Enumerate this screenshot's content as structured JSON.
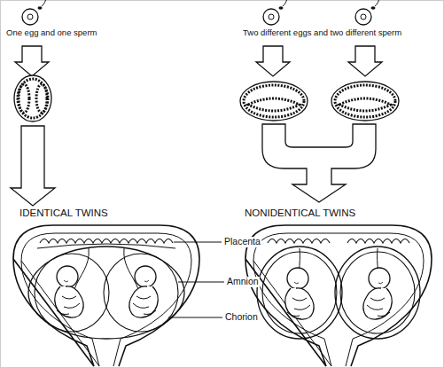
{
  "diagram": {
    "labels": [
      "One egg and one sperm",
      "Two different eggs and two different sperm",
      "IDENTICAL TWINS",
      "NONIDENTICAL TWINS",
      "Placenta",
      "Amnion",
      "Chorion"
    ]
  }
}
